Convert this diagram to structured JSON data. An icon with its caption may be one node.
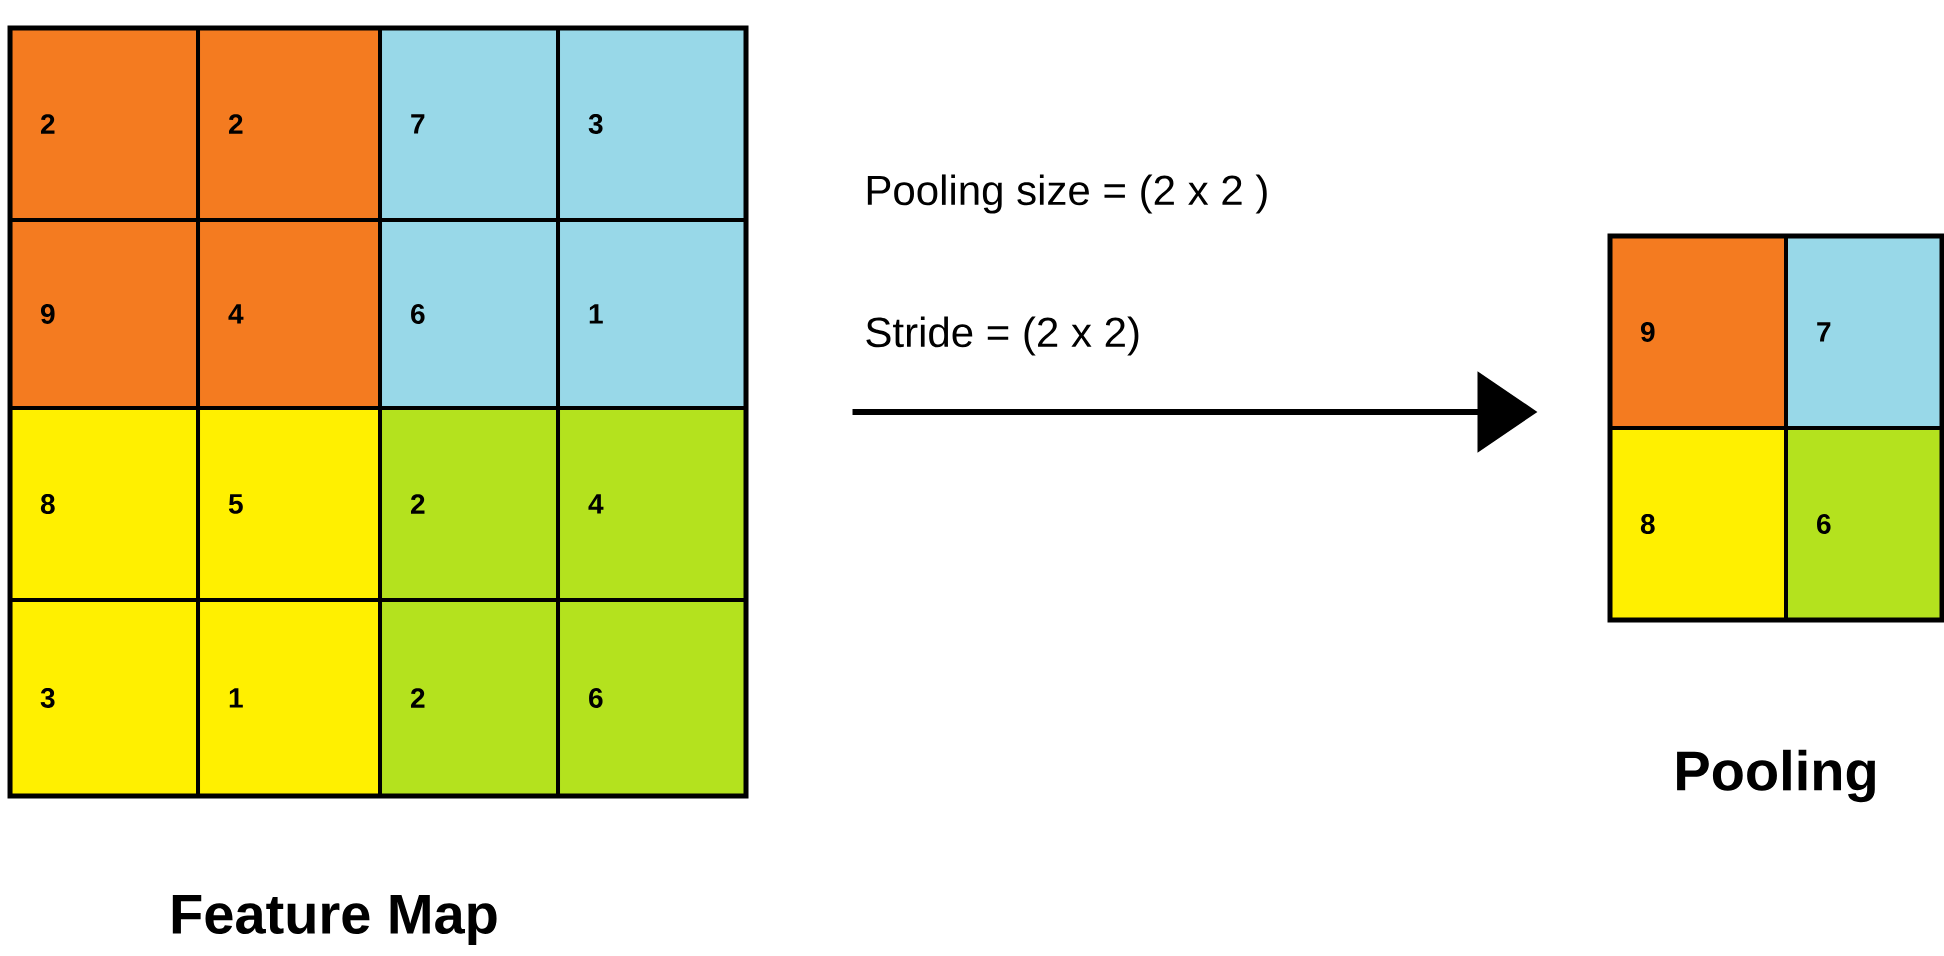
{
  "diagram": {
    "nodes": [
      {
        "text": [],
        "shape": "box",
        "beside": [
          "Feature Map"
        ]
      },
      {
        "text": [
          "2"
        ],
        "in": 0
      },
      {
        "text": [
          "2"
        ],
        "in": 0
      },
      {
        "text": [
          "7"
        ],
        "in": 0
      },
      {
        "text": [
          "3"
        ],
        "in": 0
      },
      {
        "text": [
          "9"
        ],
        "in": 0
      },
      {
        "text": [
          "4"
        ],
        "in": 0
      },
      {
        "text": [
          "6"
        ],
        "in": 0
      },
      {
        "text": [
          "1"
        ],
        "in": 0
      },
      {
        "text": [
          "8"
        ],
        "in": 0
      },
      {
        "text": [
          "5"
        ],
        "in": 0
      },
      {
        "text": [
          "2"
        ],
        "in": 0
      },
      {
        "text": [
          "4"
        ],
        "in": 0
      },
      {
        "text": [
          "3"
        ],
        "in": 0
      },
      {
        "text": [
          "1"
        ],
        "in": 0
      },
      {
        "text": [
          "2"
        ],
        "in": 0
      },
      {
        "text": [
          "6"
        ],
        "in": 0
      },
      {
        "text": [],
        "shape": "box",
        "beside": [
          "Pooling"
        ]
      },
      {
        "text": [
          "9"
        ],
        "in": 17
      },
      {
        "text": [
          "7"
        ],
        "in": 17
      },
      {
        "text": [
          "8"
        ],
        "in": 17
      },
      {
        "text": [
          "6"
        ],
        "in": 17
      }
    ],
    "edges": [
      {
        "from": 0,
        "to": 17,
        "arrow": "to"
      }
    ],
    "labels": [
      "Pooling size = (2 x 2 )",
      "Stride =  (2 x 2)"
    ]
  }
}
